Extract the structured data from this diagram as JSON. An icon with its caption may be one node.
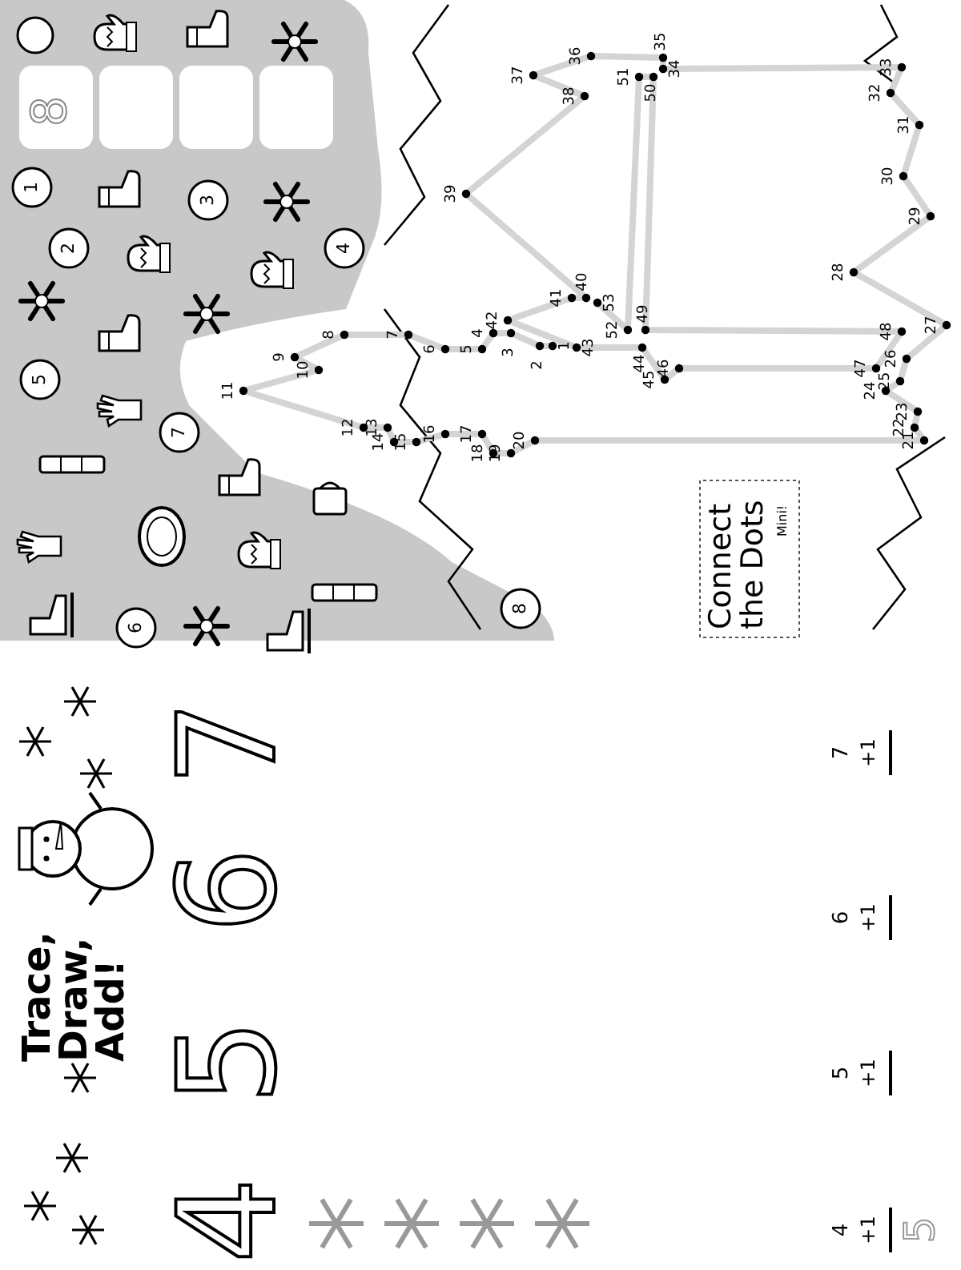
{
  "diagram": {
    "title": "Trace, Draw, Add!",
    "labels": [
      "Connect the Dots",
      "Mini!",
      "1",
      "2",
      "3",
      "4",
      "5",
      "6",
      "7",
      "8",
      "9",
      "10",
      "11",
      "12",
      "13",
      "14",
      "15",
      "16",
      "17",
      "18",
      "19",
      "20",
      "21",
      "22",
      "23",
      "24",
      "25",
      "26",
      "27",
      "28",
      "29",
      "30",
      "31",
      "32",
      "33",
      "34",
      "35",
      "36",
      "37",
      "38",
      "39",
      "40",
      "41",
      "42",
      "43",
      "44",
      "45",
      "46",
      "47",
      "48",
      "49",
      "50",
      "51",
      "52",
      "53",
      "1",
      "2",
      "3",
      "4",
      "5",
      "6",
      "7",
      "8",
      "8",
      "4",
      "5",
      "6",
      "7",
      "4",
      "+1",
      "5",
      "5",
      "+1",
      "6",
      "+1",
      "7",
      "+1"
    ]
  }
}
